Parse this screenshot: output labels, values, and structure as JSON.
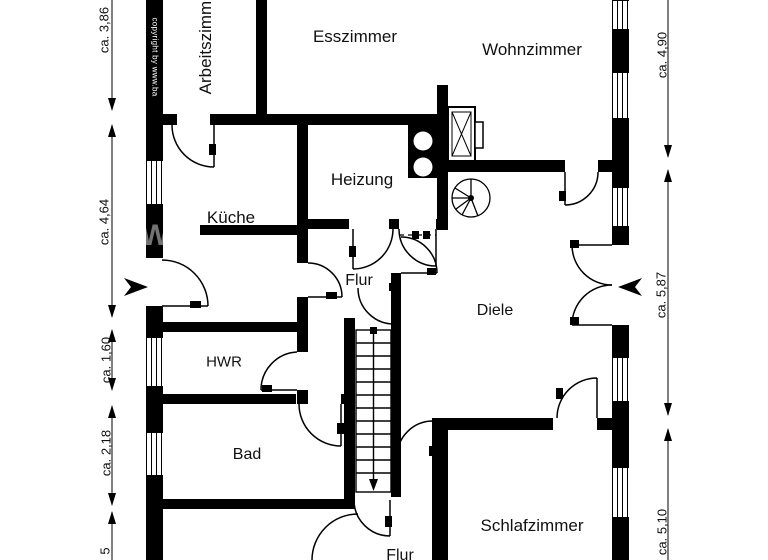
{
  "plan": {
    "rooms": {
      "arbeitszimmer": "Arbeitszimmer",
      "esszimmer": "Esszimmer",
      "wohnzimmer": "Wohnzimmer",
      "kueche": "Küche",
      "heizung": "Heizung",
      "flur": "Flur",
      "diele": "Diele",
      "hwr": "HWR",
      "bad": "Bad",
      "schlafzimmer": "Schlafzimmer",
      "flur_unten": "Flur"
    },
    "symbols": [
      "entrance-arrow-left",
      "entrance-arrow-right",
      "chimney",
      "stove",
      "spiral-staircase",
      "staircase-down"
    ],
    "copyright": "copyright by www.ba",
    "watermark": "W"
  },
  "dimensions": {
    "left": [
      {
        "label": "ca. 3,86"
      },
      {
        "label": "ca. 4,64"
      },
      {
        "label": "ca. 1,60"
      },
      {
        "label": "ca. 2,18"
      },
      {
        "label": "5"
      }
    ],
    "right": [
      {
        "label": "ca. 4,90"
      },
      {
        "label": "ca. 5,87"
      },
      {
        "label": "ca. 5,10"
      }
    ]
  },
  "colors": {
    "wall": "#000000",
    "background": "#ffffff",
    "label": "#111111",
    "watermark": "#c8c8c8"
  }
}
